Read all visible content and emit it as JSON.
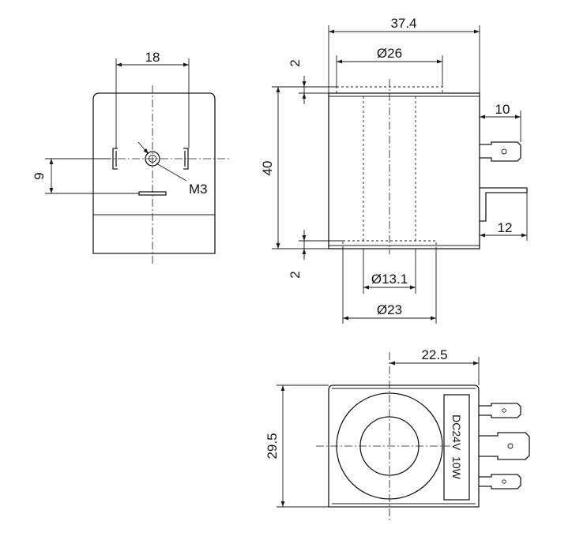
{
  "dimensions": {
    "top_width": "18",
    "pin_offset": "9",
    "thread": "M3",
    "overall_length": "37.4",
    "outer_bore_top": "Ø26",
    "flange_top": "2",
    "height": "40",
    "terminal_10": "10",
    "terminal_12": "12",
    "flange_bottom": "2",
    "inner_bore": "Ø13.1",
    "bottom_bore": "Ø23",
    "bottom_width": "22.5",
    "bottom_height": "29.5"
  },
  "rating_label": "DC24V  10W"
}
